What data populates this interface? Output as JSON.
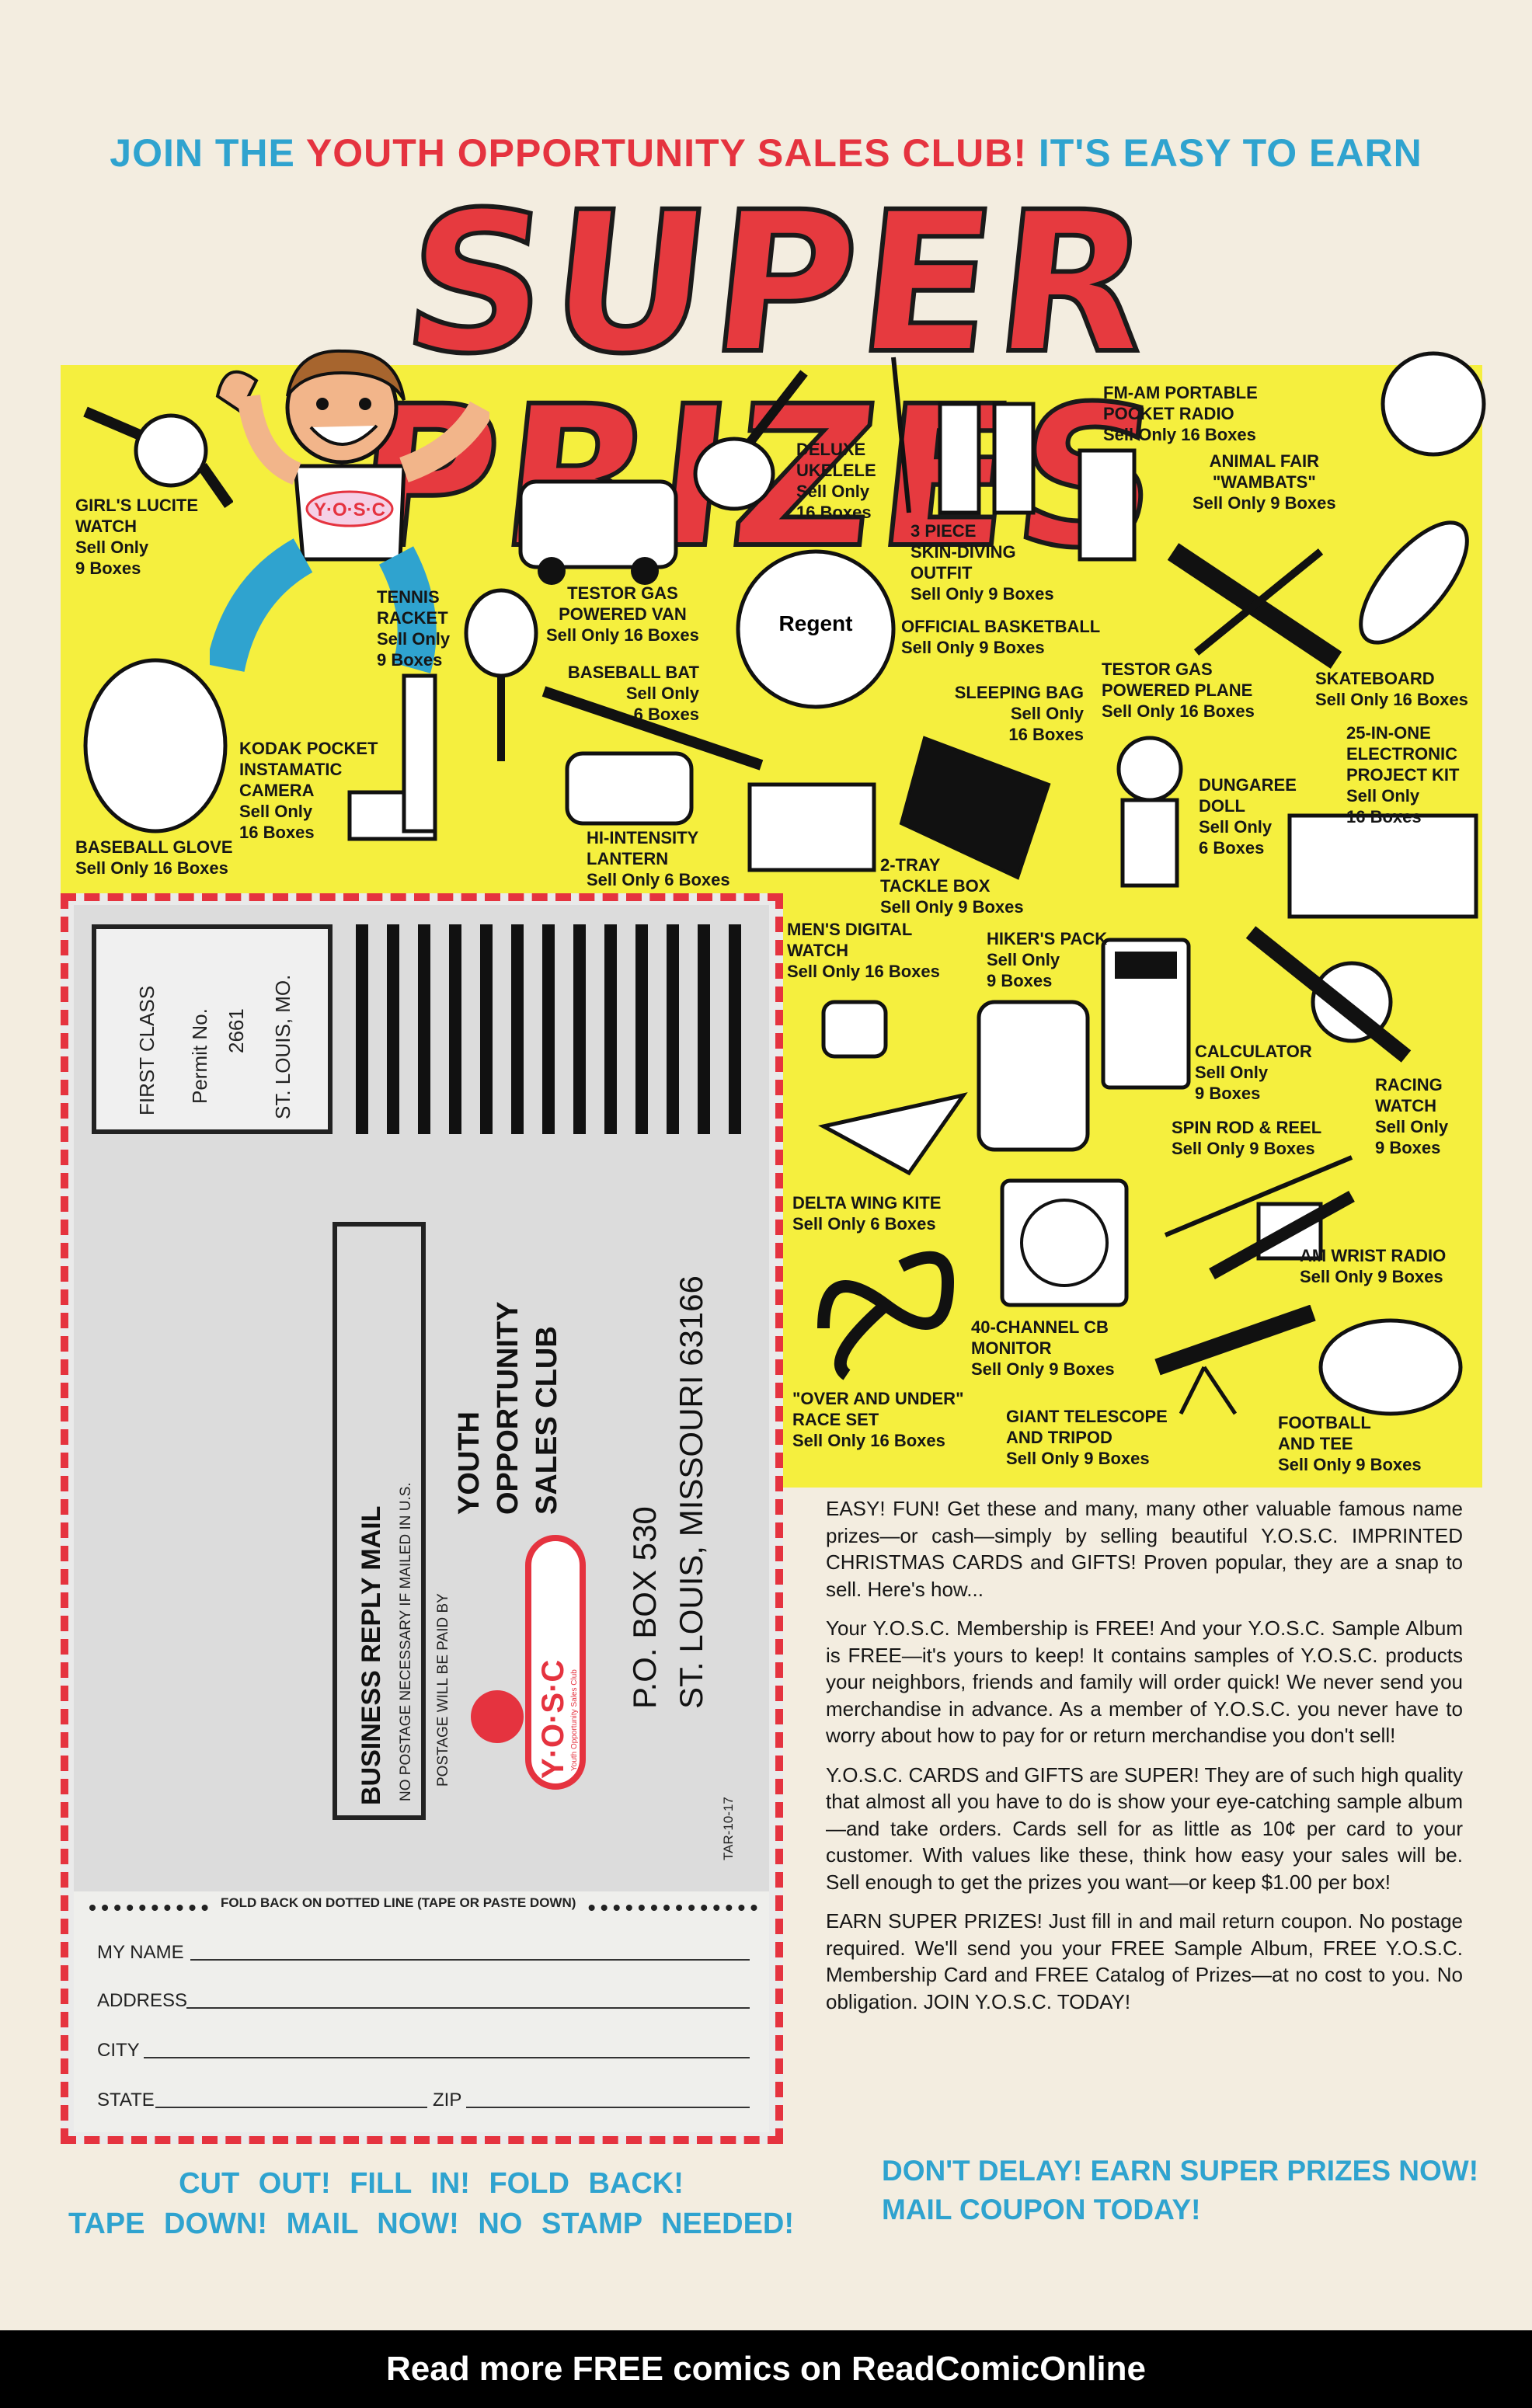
{
  "header": {
    "join": "JOIN THE",
    "club": "YOUTH OPPORTUNITY SALES CLUB!",
    "easy": "IT'S EASY TO EARN",
    "title": "SUPER PRIZES"
  },
  "mascot": {
    "shirt": "Y·O·S·C"
  },
  "basketball_logo": "Regent",
  "prizes": [
    {
      "name": "GIRL'S LUCITE\nWATCH",
      "sell": "Sell Only\n9 Boxes"
    },
    {
      "name": "DELUXE\nUKELELE",
      "sell": "Sell Only\n16 Boxes"
    },
    {
      "name": "FM-AM PORTABLE\nPOCKET RADIO",
      "sell": "Sell Only 16 Boxes"
    },
    {
      "name": "ANIMAL FAIR\n\"WAMBATS\"",
      "sell": "Sell Only 9 Boxes"
    },
    {
      "name": "3 PIECE\nSKIN-DIVING\nOUTFIT",
      "sell": "Sell Only 9 Boxes"
    },
    {
      "name": "TENNIS\nRACKET",
      "sell": "Sell Only\n9 Boxes"
    },
    {
      "name": "TESTOR GAS\nPOWERED VAN",
      "sell": "Sell Only 16 Boxes"
    },
    {
      "name": "OFFICIAL BASKETBALL",
      "sell": "Sell Only 9 Boxes"
    },
    {
      "name": "TESTOR GAS\nPOWERED PLANE",
      "sell": "Sell Only 16 Boxes"
    },
    {
      "name": "SKATEBOARD",
      "sell": "Sell Only 16 Boxes"
    },
    {
      "name": "BASEBALL BAT",
      "sell": "Sell Only\n6 Boxes"
    },
    {
      "name": "SLEEPING BAG",
      "sell": "Sell Only\n16 Boxes"
    },
    {
      "name": "25-IN-ONE\nELECTRONIC\nPROJECT KIT",
      "sell": "Sell Only\n16 Boxes"
    },
    {
      "name": "KODAK POCKET\nINSTAMATIC\nCAMERA",
      "sell": "Sell Only\n16 Boxes"
    },
    {
      "name": "DUNGAREE\nDOLL",
      "sell": "Sell Only\n6 Boxes"
    },
    {
      "name": "HI-INTENSITY\nLANTERN",
      "sell": "Sell Only 6 Boxes"
    },
    {
      "name": "BASEBALL GLOVE",
      "sell": "Sell Only 16 Boxes"
    },
    {
      "name": "2-TRAY\nTACKLE BOX",
      "sell": "Sell Only 9 Boxes"
    },
    {
      "name": "MEN'S DIGITAL\nWATCH",
      "sell": "Sell Only 16 Boxes"
    },
    {
      "name": "HIKER'S PACK",
      "sell": "Sell Only\n9 Boxes"
    },
    {
      "name": "CALCULATOR",
      "sell": "Sell Only\n9 Boxes"
    },
    {
      "name": "RACING\nWATCH",
      "sell": "Sell Only\n9 Boxes"
    },
    {
      "name": "SPIN ROD & REEL",
      "sell": "Sell Only 9 Boxes"
    },
    {
      "name": "DELTA WING KITE",
      "sell": "Sell Only 6 Boxes"
    },
    {
      "name": "AM WRIST RADIO",
      "sell": "Sell Only 9 Boxes"
    },
    {
      "name": "40-CHANNEL CB\nMONITOR",
      "sell": "Sell Only 9 Boxes"
    },
    {
      "name": "\"OVER AND UNDER\"\nRACE SET",
      "sell": "Sell Only 16 Boxes"
    },
    {
      "name": "GIANT TELESCOPE\nAND TRIPOD",
      "sell": "Sell Only 9 Boxes"
    },
    {
      "name": "FOOTBALL\nAND TEE",
      "sell": "Sell Only 9 Boxes"
    }
  ],
  "coupon": {
    "first_class": "FIRST CLASS",
    "permit": "Permit No.",
    "permit_no": "2661",
    "permit_city": "ST. LOUIS, MO.",
    "brm": "BUSINESS REPLY MAIL",
    "no_postage": "NO POSTAGE NECESSARY IF MAILED IN U.S.",
    "paid_by": "POSTAGE WILL BE PAID BY",
    "club_line1": "YOUTH",
    "club_line2": "OPPORTUNITY",
    "club_line3": "SALES CLUB",
    "logo": "Y·O·S·C",
    "logo_sub": "Youth Opportunity Sales Club",
    "po_box": "P.O. BOX 530",
    "city": "ST. LOUIS, MISSOURI 63166",
    "code": "TAR-10-17",
    "fold": "FOLD BACK ON DOTTED LINE (TAPE OR PASTE DOWN)",
    "fields": {
      "name": "MY NAME",
      "address": "ADDRESS",
      "city": "CITY",
      "state": "STATE",
      "zip": "ZIP"
    }
  },
  "instructions": {
    "line1": "CUT OUT!  FILL IN!  FOLD BACK!",
    "line2": "TAPE DOWN!  MAIL NOW!  NO STAMP NEEDED!"
  },
  "copy": [
    "EASY! FUN! Get these and many, many other valuable famous name prizes—or cash—simply by selling beautiful Y.O.S.C. IMPRINTED CHRISTMAS CARDS and GIFTS! Proven popular, they are a snap to sell. Here's how...",
    "Your Y.O.S.C. Membership is FREE! And your Y.O.S.C. Sample Album is FREE—it's yours to keep! It contains samples of Y.O.S.C. products your neighbors, friends and family will order quick! We never send you merchandise in advance. As a member of Y.O.S.C. you never have to worry about how to pay for or return merchandise you don't sell!",
    "Y.O.S.C. CARDS and GIFTS are SUPER! They are of such high quality that almost all you have to do is show your eye-catching sample album—and take orders. Cards sell for as little as 10¢ per card to your customer. With values like these, think how easy your sales will be. Sell enough to get the prizes you want—or keep $1.00 per box!",
    "EARN SUPER PRIZES! Just fill in and mail return coupon. No postage required. We'll send you your FREE Sample Album, FREE Y.O.S.C. Membership Card and FREE Catalog of Prizes—at no cost to you. No obligation. JOIN Y.O.S.C. TODAY!"
  ],
  "cta": {
    "line1": "DON'T DELAY! EARN SUPER PRIZES NOW!",
    "line2": "MAIL COUPON TODAY!"
  },
  "footer": "Read more FREE comics on ReadComicOnline",
  "colors": {
    "accent_blue": "#2fa3cf",
    "accent_red": "#e5333f",
    "yellow": "#f5ef3e"
  }
}
